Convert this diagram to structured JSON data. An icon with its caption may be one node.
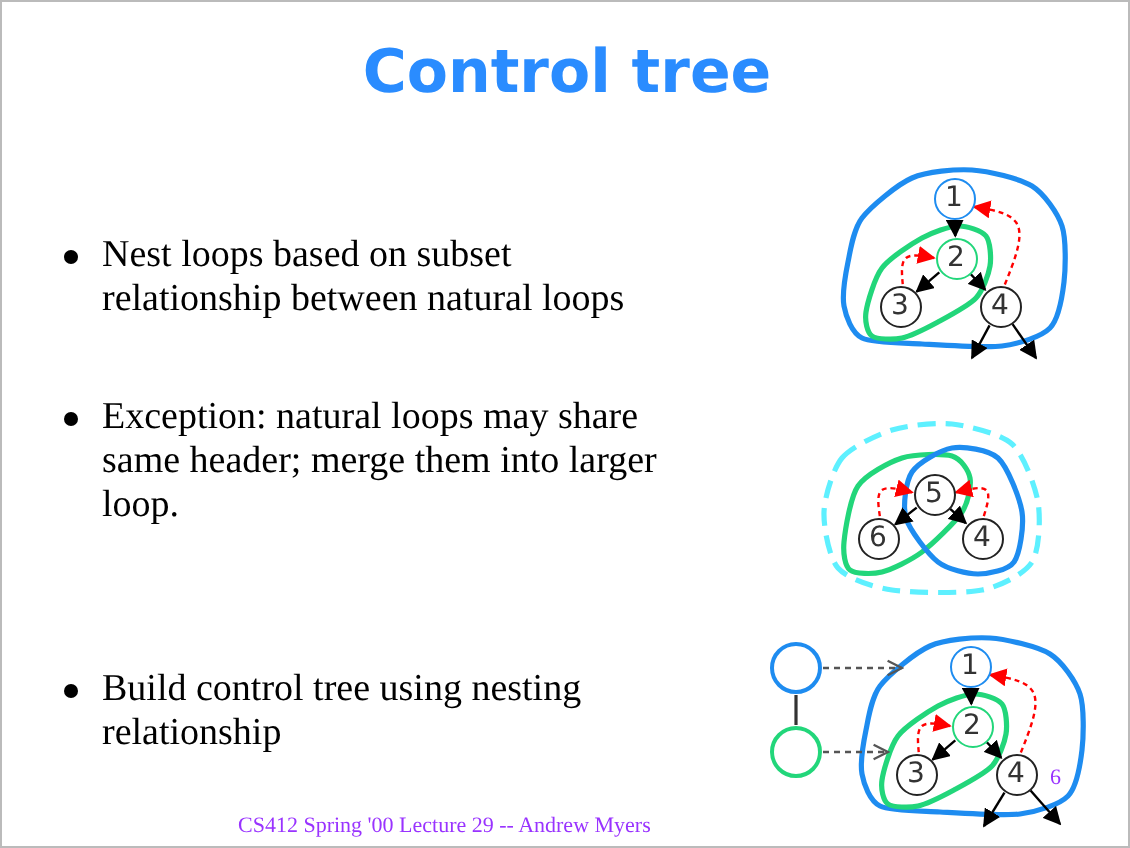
{
  "diagram": {
    "title": "Control tree",
    "nodes": [
      {
        "text": [],
        "shape": "blob"
      },
      {
        "text": [],
        "shape": "blob",
        "in": 0
      },
      {
        "text": [
          "1"
        ],
        "in": 0
      },
      {
        "text": [
          "2"
        ],
        "in": 1
      },
      {
        "text": [
          "3"
        ],
        "in": 1
      },
      {
        "text": [
          "4"
        ],
        "in": 0
      },
      {
        "text": [],
        "shape": "blob"
      },
      {
        "text": [],
        "shape": "blob",
        "in": 6
      },
      {
        "text": [],
        "shape": "blob",
        "in": 6
      },
      {
        "text": [
          "5"
        ]
      },
      {
        "text": [
          "6"
        ],
        "in": 7
      },
      {
        "text": [
          "4"
        ],
        "in": 8
      },
      {
        "text": [],
        "shape": "circle"
      },
      {
        "text": [],
        "shape": "circle"
      },
      {
        "text": [],
        "shape": "blob"
      },
      {
        "text": [],
        "shape": "blob",
        "in": 14
      },
      {
        "text": [
          "1"
        ],
        "in": 14
      },
      {
        "text": [
          "2"
        ],
        "in": 15
      },
      {
        "text": [
          "3"
        ],
        "in": 15
      },
      {
        "text": [
          "4"
        ],
        "in": 14
      }
    ],
    "edges": [
      {
        "from": 2,
        "to": 3,
        "arrow": "to"
      },
      {
        "from": 3,
        "to": 4,
        "arrow": "to"
      },
      {
        "from": 3,
        "to": 5,
        "arrow": "to"
      },
      {
        "from": 5,
        "to": 2,
        "arrow": "to",
        "style": "dashed",
        "color": "#ff0000"
      },
      {
        "from": 4,
        "to": 3,
        "arrow": "to",
        "style": "dashed",
        "color": "#ff0000"
      },
      {
        "from": 5,
        "to": null,
        "arrow": "to"
      },
      {
        "from": 5,
        "to": null,
        "arrow": "to"
      },
      {
        "from": 9,
        "to": 10,
        "arrow": "to"
      },
      {
        "from": 9,
        "to": 11,
        "arrow": "to"
      },
      {
        "from": 10,
        "to": 9,
        "arrow": "to",
        "style": "dashed",
        "color": "#ff0000"
      },
      {
        "from": 11,
        "to": 9,
        "arrow": "to",
        "style": "dashed",
        "color": "#ff0000"
      },
      {
        "from": 12,
        "to": 13,
        "arrow": "none",
        "color": "#333333"
      },
      {
        "from": 12,
        "to": 14,
        "arrow": "to",
        "style": "dashed",
        "color": "#555555"
      },
      {
        "from": 13,
        "to": 15,
        "arrow": "to",
        "style": "dashed",
        "color": "#555555"
      },
      {
        "from": 16,
        "to": 17,
        "arrow": "to"
      },
      {
        "from": 17,
        "to": 18,
        "arrow": "to"
      },
      {
        "from": 17,
        "to": 19,
        "arrow": "to"
      },
      {
        "from": 19,
        "to": 16,
        "arrow": "to",
        "style": "dashed",
        "color": "#ff0000"
      },
      {
        "from": 18,
        "to": 17,
        "arrow": "to",
        "style": "dashed",
        "color": "#ff0000"
      },
      {
        "from": 19,
        "to": null,
        "arrow": "to"
      },
      {
        "from": 19,
        "to": null,
        "arrow": "to"
      }
    ],
    "labels": [
      "Nest loops based on subset relationship between natural loops",
      "Exception: natural loops may share same header; merge them into larger loop.",
      "Build control tree using nesting relationship",
      "CS412 Spring '00 Lecture 29 -- Andrew Myers",
      "6"
    ]
  }
}
